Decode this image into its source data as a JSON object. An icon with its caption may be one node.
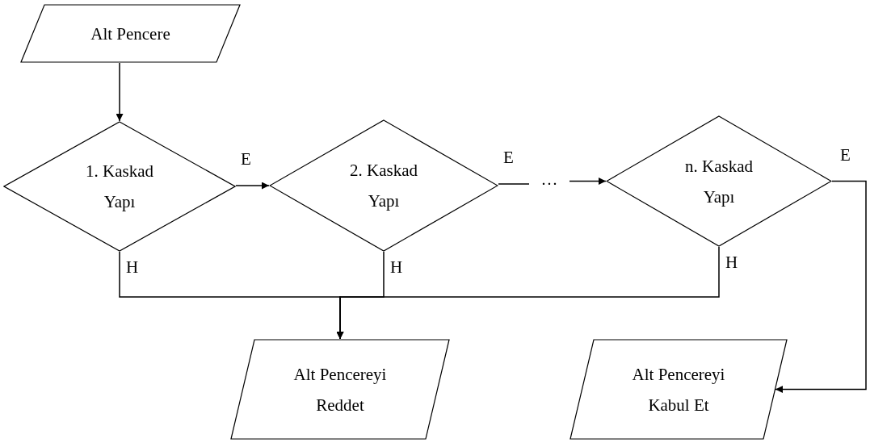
{
  "diagram": {
    "nodes": [
      {
        "text": [
          "Alt Pencere"
        ]
      },
      {
        "text": [
          "1. Kaskad Yapı"
        ]
      },
      {
        "text": [
          "2. Kaskad Yapı"
        ]
      },
      {
        "text": [
          "···"
        ]
      },
      {
        "text": [
          "n. Kaskad Yapı"
        ]
      },
      {
        "text": [
          "Alt Pencereyi Reddet"
        ]
      },
      {
        "text": [
          "Alt Pencereyi Kabul Et"
        ]
      }
    ],
    "edges": [
      {
        "from": 0,
        "to": 1,
        "arrow": "to"
      },
      {
        "from": 1,
        "to": 2,
        "arrow": "to",
        "label": "E"
      },
      {
        "from": 2,
        "to": 3,
        "arrow": "none",
        "label": "E"
      },
      {
        "from": 3,
        "to": 4,
        "arrow": "to"
      },
      {
        "from": 4,
        "to": 6,
        "arrow": "to",
        "label": "E"
      },
      {
        "from": 1,
        "to": 5,
        "arrow": "to",
        "label": "H"
      },
      {
        "from": 2,
        "to": 5,
        "arrow": "to",
        "label": "H"
      },
      {
        "from": 4,
        "to": 5,
        "arrow": "to",
        "label": "H"
      }
    ]
  }
}
